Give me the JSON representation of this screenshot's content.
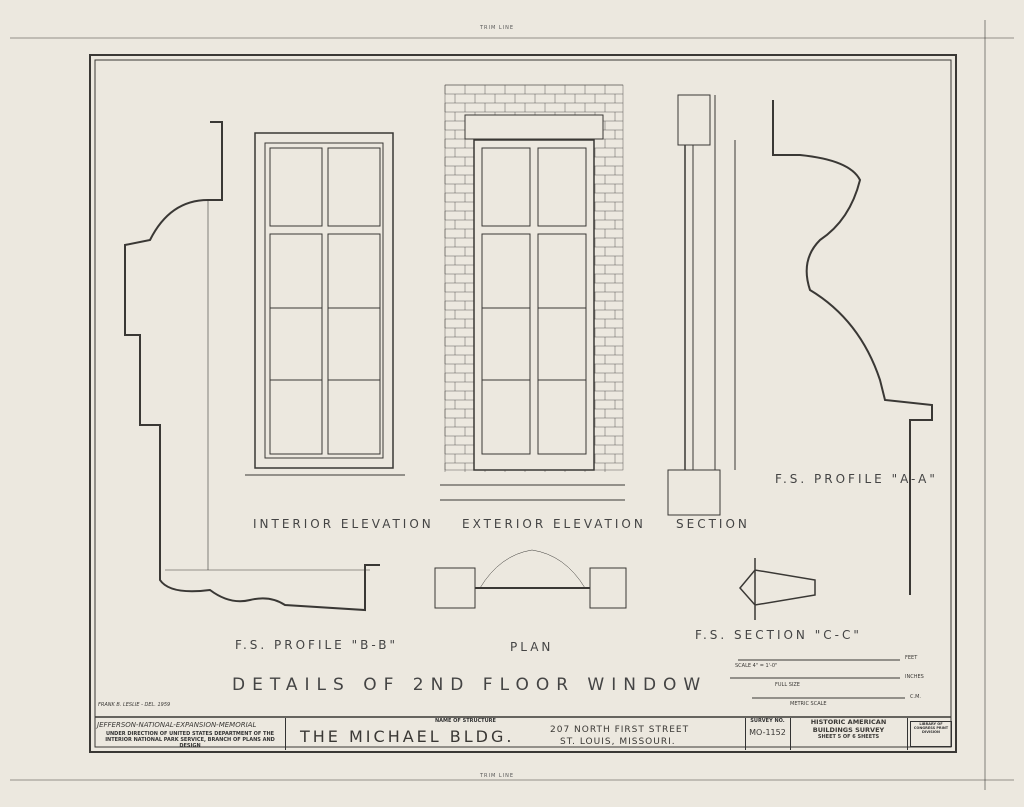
{
  "trim_line": "TRIM LINE",
  "views": {
    "interior_elevation": "INTERIOR ELEVATION",
    "exterior_elevation": "EXTERIOR ELEVATION",
    "section": "SECTION",
    "profile_aa": "F.S. PROFILE \"A-A\"",
    "profile_bb": "F.S. PROFILE \"B-B\"",
    "plan": "PLAN",
    "section_cc": "F.S. SECTION \"C-C\""
  },
  "sheet_title": "DETAILS OF 2ND FLOOR WINDOW",
  "delineator": "FRANK B. LESLIE - DEL. 1959",
  "scales": {
    "scale1": "SCALE 4\" = 1'-0\"",
    "scale1_unit": "FEET",
    "scale2": "FULL SIZE",
    "scale2_unit": "INCHES",
    "scale3": "METRIC SCALE",
    "scale3_unit": "C.M."
  },
  "title_block": {
    "memorial": "JEFFERSON-NATIONAL-EXPANSION-MEMORIAL",
    "direction": "UNDER DIRECTION OF UNITED STATES DEPARTMENT OF THE INTERIOR NATIONAL PARK SERVICE, BRANCH OF PLANS AND DESIGN",
    "name_label": "NAME OF STRUCTURE",
    "name": "THE MICHAEL BLDG.",
    "address1": "207 NORTH FIRST STREET",
    "address2": "ST. LOUIS, MISSOURI.",
    "survey_label": "SURVEY NO.",
    "survey_no": "MO-1152",
    "habs1": "HISTORIC AMERICAN",
    "habs2": "BUILDINGS SURVEY",
    "sheet": "SHEET 5 OF 6 SHEETS",
    "library": "LIBRARY OF CONGRESS PRINT DIVISION"
  }
}
